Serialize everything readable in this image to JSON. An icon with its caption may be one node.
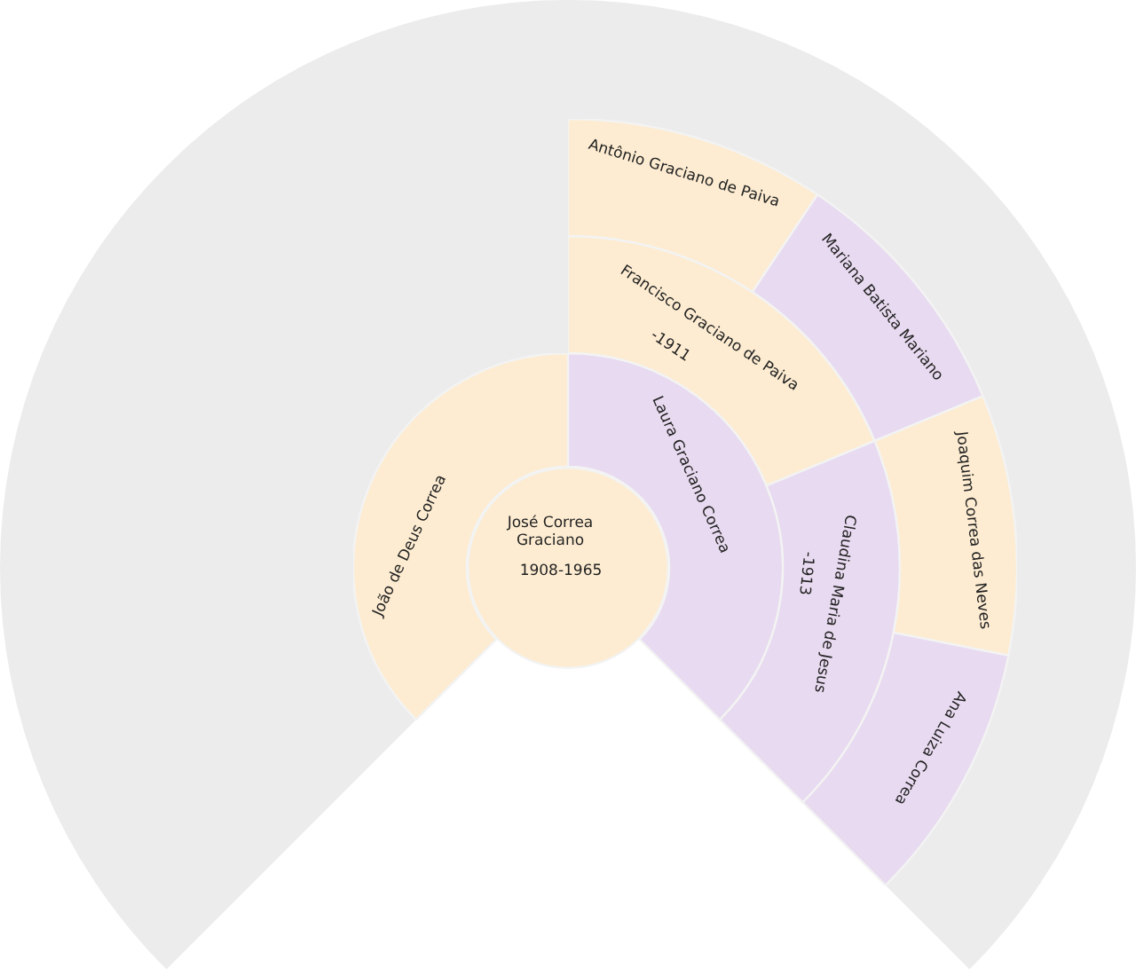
{
  "diagram": {
    "nodes": [
      {
        "text": [
          "José Correa Graciano",
          "1908-1965"
        ]
      },
      {
        "text": [
          "João de Deus Correa"
        ]
      },
      {
        "text": [
          "Laura Graciano Correa"
        ]
      },
      {
        "text": [
          "Francisco Graciano de Paiva",
          "-1911"
        ]
      },
      {
        "text": [
          "Claudina Maria de Jesus",
          "-1913"
        ]
      },
      {
        "text": [
          "Antônio Graciano de Paiva"
        ]
      },
      {
        "text": [
          "Mariana Batista Mariano"
        ]
      },
      {
        "text": [
          "Joaquim Correa das Neves"
        ]
      },
      {
        "text": [
          "Ana Luiza Correa"
        ]
      }
    ]
  }
}
